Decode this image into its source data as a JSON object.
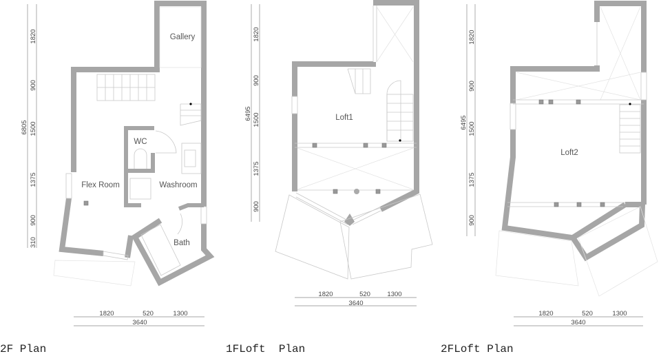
{
  "plans": [
    {
      "title": "2F Plan",
      "rooms": {
        "gallery": "Gallery",
        "wc": "WC",
        "flex_room": "Flex Room",
        "washroom": "Washroom",
        "bath": "Bath"
      },
      "vertical_dims": {
        "total": "6805",
        "segments": [
          "1820",
          "900",
          "1500",
          "1375",
          "900",
          "310"
        ]
      },
      "horizontal_dims": {
        "total": "3640",
        "segments": [
          "1820",
          "520",
          "1300"
        ]
      }
    },
    {
      "title": "1FLoft  Plan",
      "rooms": {
        "loft": "Loft1"
      },
      "vertical_dims": {
        "total": "6495",
        "segments": [
          "1820",
          "900",
          "1500",
          "1375",
          "900"
        ]
      },
      "horizontal_dims": {
        "total": "3640",
        "segments": [
          "1820",
          "520",
          "1300"
        ]
      }
    },
    {
      "title": "2FLoft Plan",
      "rooms": {
        "loft": "Loft2"
      },
      "vertical_dims": {
        "total": "6495",
        "segments": [
          "1820",
          "900",
          "1500",
          "1375",
          "900"
        ]
      },
      "horizontal_dims": {
        "total": "3640",
        "segments": [
          "1820",
          "520",
          "1300"
        ]
      }
    }
  ]
}
